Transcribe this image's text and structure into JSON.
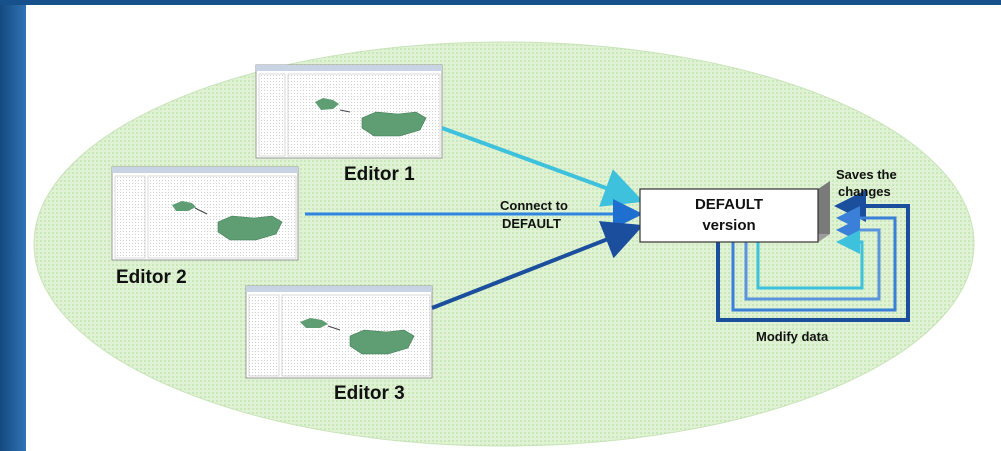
{
  "editors": [
    {
      "label": "Editor 1"
    },
    {
      "label": "Editor 2"
    },
    {
      "label": "Editor 3"
    }
  ],
  "connect_label_line1": "Connect to",
  "connect_label_line2": "DEFAULT",
  "default_box": {
    "line1": "DEFAULT",
    "line2": "version"
  },
  "saves_label_line1": "Saves the",
  "saves_label_line2": "changes",
  "modify_label": "Modify data",
  "colors": {
    "ellipse": "#d8efcc",
    "arrow_light": "#3ec1dc",
    "arrow_mid": "#1f6fd0",
    "arrow_dark": "#1b4f9e",
    "map_green": "#5e9e72"
  }
}
